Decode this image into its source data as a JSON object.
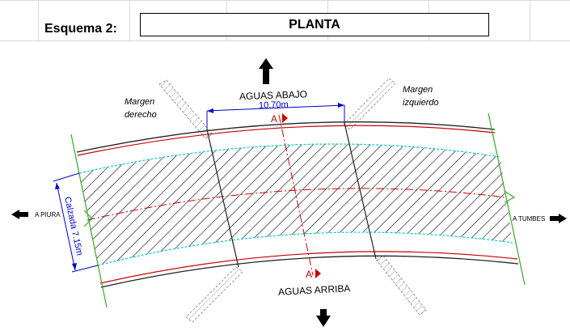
{
  "header": {
    "scheme_label": "Esquema 2:",
    "title": "PLANTA"
  },
  "diagram": {
    "aguas_abajo": "AGUAS ABAJO",
    "aguas_arriba": "AGUAS ARRIBA",
    "margen_derecho_1": "Margen",
    "margen_derecho_2": "derecho",
    "margen_izquierdo_1": "Margen",
    "margen_izquierdo_2": "izquierdo",
    "span_dimension": "10.70m",
    "calzada_dimension": "Calzada 7.15m",
    "section_mark_top": "A",
    "section_mark_bottom": "A",
    "to_piura": "A PIURA",
    "to_tumbes": "A TUMBES",
    "colors": {
      "road_red": "#cc0000",
      "dimension_blue": "#0000cc",
      "shoulder_cyan": "#00cccc",
      "border_green": "#33aa22",
      "hatch": "#000000",
      "wingwall_gray": "#999999"
    }
  }
}
